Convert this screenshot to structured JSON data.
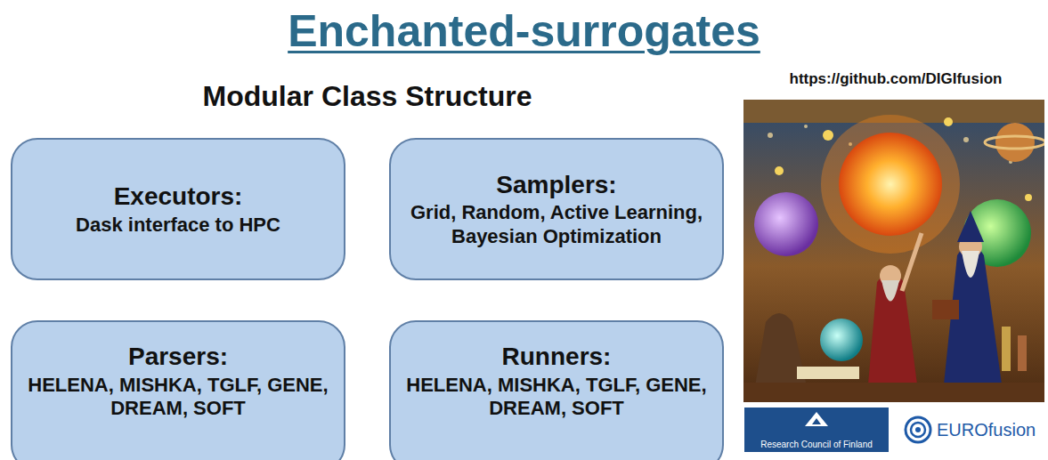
{
  "diagram": {
    "title": "Enchanted-surrogates",
    "nodes": [
      {
        "text": [
          "Executors:",
          "Dask interface to HPC"
        ]
      },
      {
        "text": [
          "Samplers:",
          "Grid, Random, Active Learning, Bayesian Optimization"
        ]
      },
      {
        "text": [
          "Parsers:",
          "HELENA, MISHKA, TGLF, GENE, DREAM, SOFT"
        ]
      },
      {
        "text": [
          "Runners:",
          "HELENA, MISHKA, TGLF, GENE, DREAM, SOFT"
        ]
      },
      {
        "text": [
          "Research Council of Finland"
        ]
      }
    ],
    "labels": [
      "Modular Class Structure",
      "https://github.com/DIGIfusion",
      "EUROfusion"
    ]
  }
}
